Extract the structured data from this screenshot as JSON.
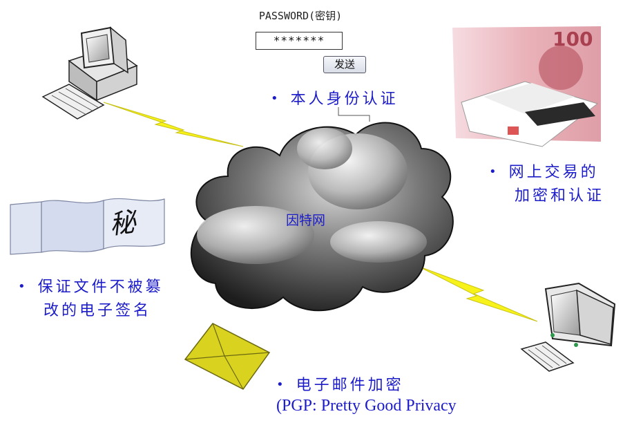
{
  "password_widget": {
    "label": "PASSWORD(密钥)",
    "value": "*******",
    "send_button": "发送"
  },
  "cloud": {
    "label": "因特网"
  },
  "captions": {
    "identity_auth": "本人身份认证",
    "transaction_line1": "网上交易的",
    "transaction_line2": "加密和认证",
    "signature_line1": "保证文件不被篡",
    "signature_line2": "改的电子签名",
    "email_line1": "电子邮件加密",
    "email_line2": "(PGP: Pretty Good Privacy"
  },
  "document": {
    "stamp_text": "秘"
  },
  "banknote": {
    "denomination": "100"
  },
  "bullet_symbol": "•",
  "colors": {
    "caption_text": "#1c1cc8",
    "lightning": "#f7f21a",
    "envelope": "#c9c318",
    "cloud_dark": "#202020",
    "banknote": "#e7b0b5"
  }
}
